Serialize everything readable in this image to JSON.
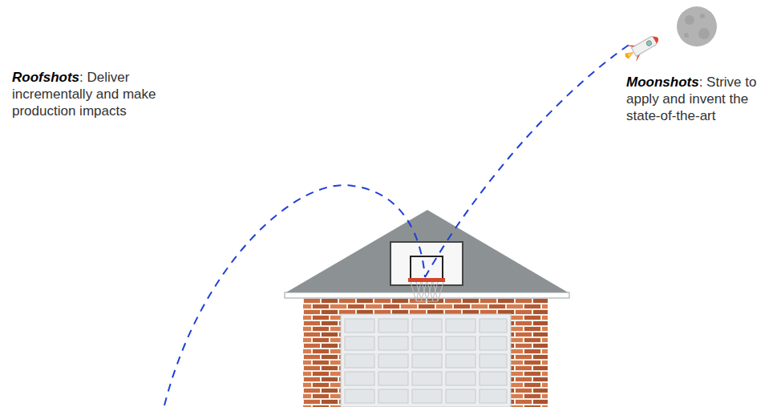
{
  "diagram": {
    "labels": [
      "Roofshots",
      ": Deliver incrementally and make production impacts",
      "Moonshots",
      ": Strive to apply and invent the state-of-the-art"
    ]
  }
}
